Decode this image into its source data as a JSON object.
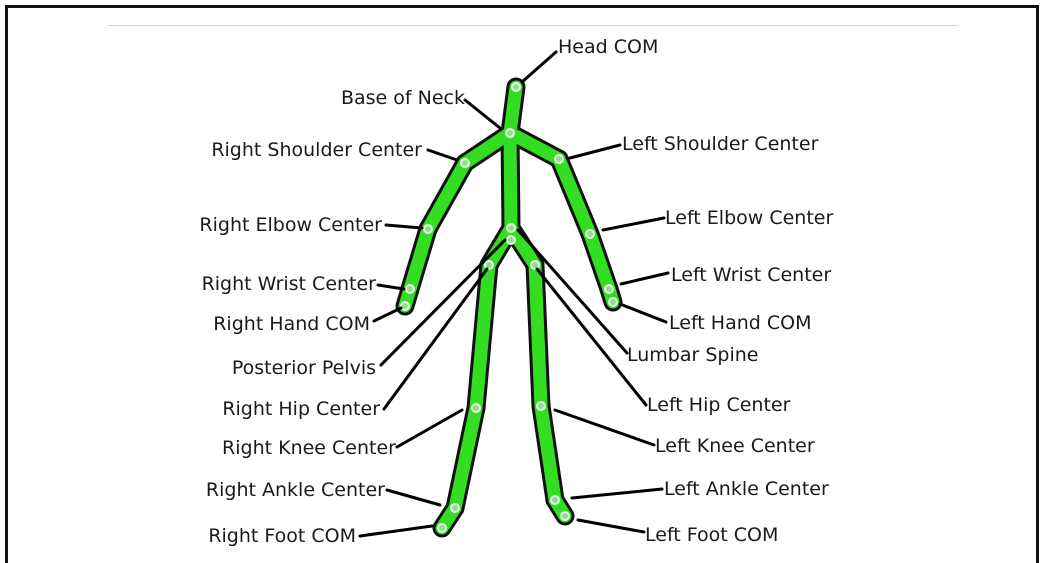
{
  "labels": {
    "head_com": "Head COM",
    "base_of_neck": "Base of Neck",
    "right_shoulder_center": "Right Shoulder Center",
    "left_shoulder_center": "Left Shoulder Center",
    "right_elbow_center": "Right Elbow Center",
    "left_elbow_center": "Left Elbow Center",
    "right_wrist_center": "Right Wrist Center",
    "left_wrist_center": "Left Wrist Center",
    "right_hand_com": "Right Hand COM",
    "left_hand_com": "Left Hand COM",
    "posterior_pelvis": "Posterior Pelvis",
    "lumbar_spine": "Lumbar Spine",
    "right_hip_center": "Right Hip Center",
    "left_hip_center": "Left Hip Center",
    "right_knee_center": "Right Knee Center",
    "left_knee_center": "Left Knee Center",
    "right_ankle_center": "Right Ankle Center",
    "left_ankle_center": "Left Ankle Center",
    "right_foot_com": "Right Foot COM",
    "left_foot_com": "Left Foot COM"
  },
  "colors": {
    "bone": "#33dd22",
    "outline": "#111111",
    "leader": "#000000"
  }
}
